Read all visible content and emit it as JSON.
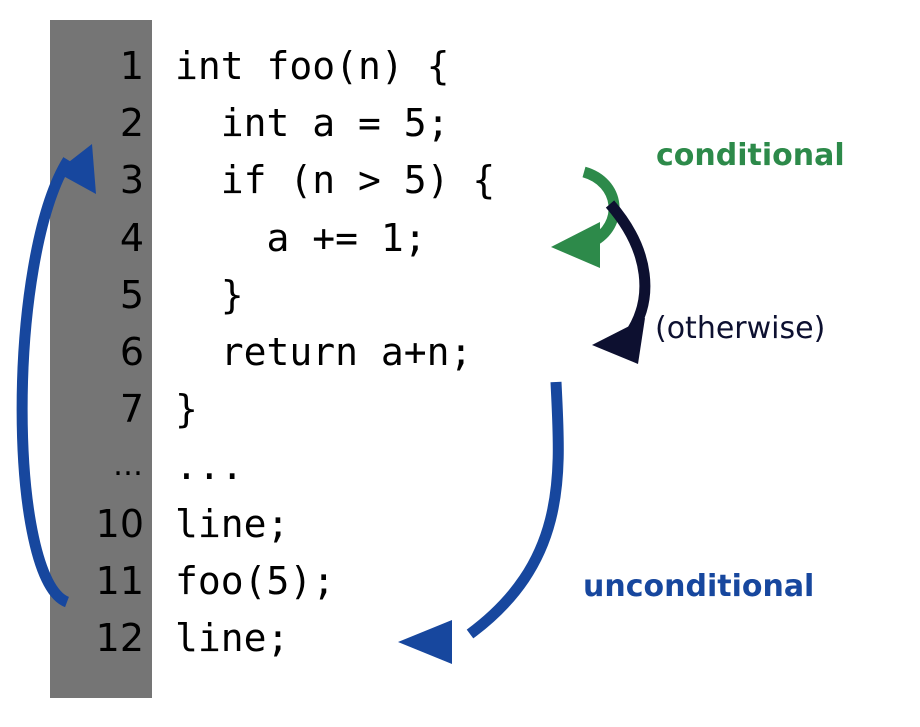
{
  "figure": {
    "title": "control-flow annotated code listing",
    "background": "#ffffff"
  },
  "gutter": {
    "background": "#757575",
    "numbers": [
      "1",
      "2",
      "3",
      "4",
      "5",
      "6",
      "7",
      "…",
      "10",
      "11",
      "12"
    ]
  },
  "code": {
    "font": "monospace",
    "color": "#000000",
    "lines": [
      "int foo(n) {",
      "  int a = 5;",
      "  if (n > 5) {",
      "    a += 1;",
      "  }",
      "  return a+n;",
      "}",
      "...",
      "line;",
      "foo(5);",
      "line;"
    ]
  },
  "annotations": [
    {
      "id": "conditional",
      "label": "conditional",
      "color": "#2d8a4a",
      "bold": true,
      "edge": "green-arrow-if-to-body",
      "from": "line 3 opening brace",
      "to": "line 4 a += 1;"
    },
    {
      "id": "otherwise",
      "label": "(otherwise)",
      "color": "#0d1030",
      "bold": false,
      "edge": "navy-arrow-if-to-return",
      "from": "line 3 condition false",
      "to": "line 6 return a+n;"
    },
    {
      "id": "unconditional",
      "label": "unconditional",
      "color": "#17479e",
      "bold": true,
      "edge": "blue-arrow-return-to-line12",
      "from": "line 6 return a+n;",
      "to": "line 12 line;"
    },
    {
      "id": "call",
      "label": "",
      "color": "#17479e",
      "bold": false,
      "edge": "blue-arrow-call-to-function",
      "from": "line 11 foo(5);",
      "to": "line 2 int a = 5;"
    }
  ],
  "colors": {
    "green": "#2d8a4a",
    "navy": "#0d1030",
    "blue": "#17479e",
    "gutter_gray": "#757575",
    "text_black": "#000000",
    "page_white": "#ffffff"
  }
}
